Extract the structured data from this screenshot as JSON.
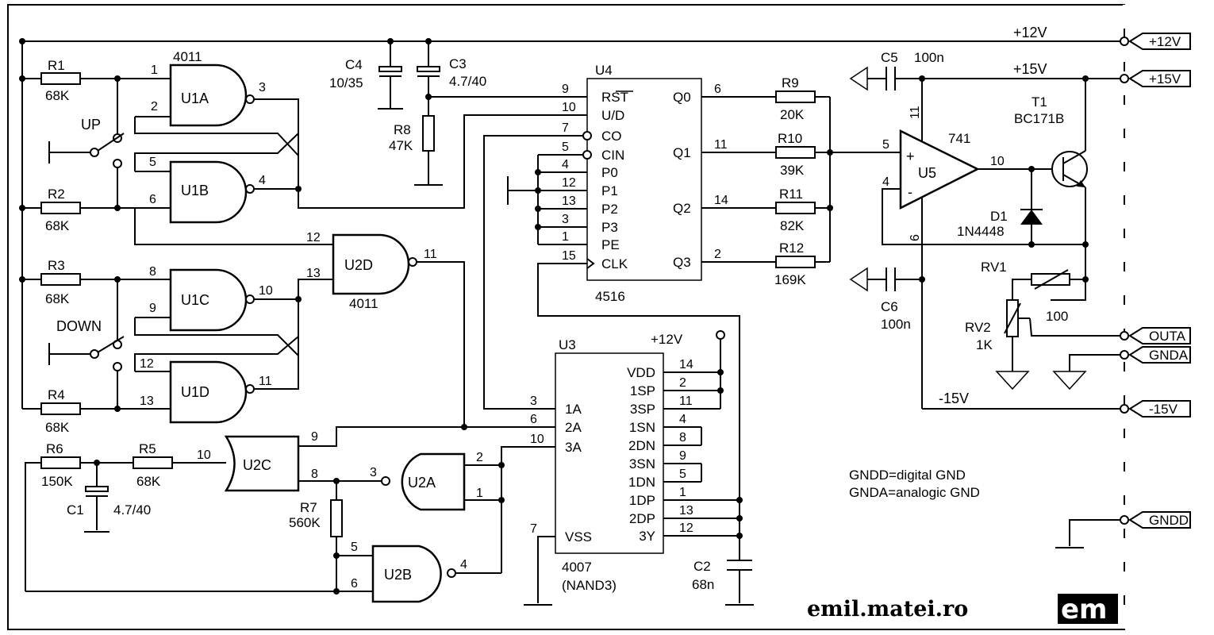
{
  "labels": {
    "rail_p12": "+12V",
    "rail_p15": "+15V",
    "rail_m15": "-15V",
    "u3_vcc": "+12V",
    "ic_4011_a": "4011",
    "ic_4011_b": "4011",
    "ic_4516": "4516",
    "ic_4007": "4007",
    "ic_4007_note": "(NAND3)",
    "op_741": "741",
    "t1_type": "BC171B",
    "d1_type": "1N4448",
    "sw_up": "UP",
    "sw_down": "DOWN",
    "note_gndd": "GNDD=digital GND",
    "note_gnda": "GNDA=analogic GND",
    "website": "emil.matei.ro",
    "logo": "em"
  },
  "connectors": [
    {
      "name": "+12V"
    },
    {
      "name": "+15V"
    },
    {
      "name": "OUTA"
    },
    {
      "name": "GNDA"
    },
    {
      "name": "-15V"
    },
    {
      "name": "GNDD"
    }
  ],
  "components": [
    {
      "ref": "R1",
      "value": "68K"
    },
    {
      "ref": "R2",
      "value": "68K"
    },
    {
      "ref": "R3",
      "value": "68K"
    },
    {
      "ref": "R4",
      "value": "68K"
    },
    {
      "ref": "R5",
      "value": "68K"
    },
    {
      "ref": "R6",
      "value": "150K"
    },
    {
      "ref": "R7",
      "value": "560K"
    },
    {
      "ref": "R8",
      "value": "47K"
    },
    {
      "ref": "R9",
      "value": "20K"
    },
    {
      "ref": "R10",
      "value": "39K"
    },
    {
      "ref": "R11",
      "value": "82K"
    },
    {
      "ref": "R12",
      "value": "169K"
    },
    {
      "ref": "C1",
      "value": "4.7/40"
    },
    {
      "ref": "C2",
      "value": "68n"
    },
    {
      "ref": "C3",
      "value": "4.7/40"
    },
    {
      "ref": "C4",
      "value": "10/35"
    },
    {
      "ref": "C5",
      "value": "100n"
    },
    {
      "ref": "C6",
      "value": "100n"
    },
    {
      "ref": "RV1",
      "value": "100"
    },
    {
      "ref": "RV2",
      "value": "1K"
    },
    {
      "ref": "D1",
      "value": "1N4448"
    },
    {
      "ref": "T1",
      "value": "BC171B"
    }
  ],
  "gates": [
    "U1A",
    "U1B",
    "U1C",
    "U1D",
    "U2A",
    "U2B",
    "U2C",
    "U2D",
    "U5"
  ],
  "ics": {
    "U4": {
      "ref": "U4",
      "left_pins": [
        {
          "num": "9",
          "name": "RST"
        },
        {
          "num": "10",
          "name": "U/D"
        },
        {
          "num": "7",
          "name": "CO"
        },
        {
          "num": "5",
          "name": "CIN"
        },
        {
          "num": "4",
          "name": "P0"
        },
        {
          "num": "12",
          "name": "P1"
        },
        {
          "num": "13",
          "name": "P2"
        },
        {
          "num": "3",
          "name": "P3"
        },
        {
          "num": "1",
          "name": "PE"
        },
        {
          "num": "15",
          "name": "CLK"
        }
      ],
      "right_pins": [
        {
          "num": "6",
          "name": "Q0"
        },
        {
          "num": "11",
          "name": "Q1"
        },
        {
          "num": "14",
          "name": "Q2"
        },
        {
          "num": "2",
          "name": "Q3"
        }
      ]
    },
    "U3": {
      "ref": "U3",
      "left_pins": [
        {
          "num": "3",
          "name": "1A"
        },
        {
          "num": "6",
          "name": "2A"
        },
        {
          "num": "10",
          "name": "3A"
        },
        {
          "num": "7",
          "name": "VSS"
        }
      ],
      "right_pins": [
        {
          "num": "14",
          "name": "VDD"
        },
        {
          "num": "2",
          "name": "1SP"
        },
        {
          "num": "11",
          "name": "3SP"
        },
        {
          "num": "4",
          "name": "1SN"
        },
        {
          "num": "8",
          "name": "2DN"
        },
        {
          "num": "9",
          "name": "3SN"
        },
        {
          "num": "5",
          "name": "1DN"
        },
        {
          "num": "1",
          "name": "1DP"
        },
        {
          "num": "13",
          "name": "2DP"
        },
        {
          "num": "12",
          "name": "3Y"
        }
      ]
    }
  },
  "pins": {
    "u1a_1": "1",
    "u1a_2": "2",
    "u1a_3": "3",
    "u1b_5": "5",
    "u1b_6": "6",
    "u1b_4": "4",
    "u1c_8": "8",
    "u1c_9": "9",
    "u1c_10": "10",
    "u1d_12": "12",
    "u1d_13": "13",
    "u1d_11": "11",
    "u2d_12": "12",
    "u2d_13": "13",
    "u2d_11": "11",
    "u2c_10": "10",
    "u2c_8": "8",
    "u2c_9": "9",
    "u2a_3": "3",
    "u2a_2": "2",
    "u2a_1": "1",
    "u2b_5": "5",
    "u2b_6": "6",
    "u2b_4": "4",
    "u5_5": "5",
    "u5_4": "4",
    "u5_10": "10",
    "u5_11": "11",
    "u5_6": "6",
    "u5_plus": "+",
    "u5_minus": "-"
  }
}
